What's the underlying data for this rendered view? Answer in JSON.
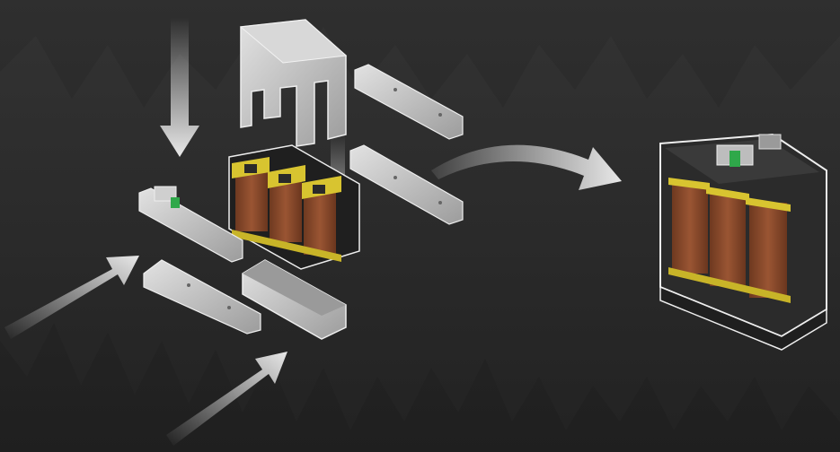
{
  "scene": {
    "kind": "exploded-view-assembly",
    "subject": "three-phase-transformer",
    "colors": {
      "background": "#2a2a2a",
      "core_steel": "#c9c9c9",
      "coil_copper": "#8a4a2c",
      "insulation_yellow": "#d8c430",
      "terminal_green": "#2fa84a",
      "frame_dark": "#3a3a3a",
      "arrow_white": "#f2f2f2"
    },
    "icons": [
      "arrow-down-icon",
      "arrow-up-right-icon",
      "curved-arrow-icon"
    ],
    "parts": [
      "e-core-lamination",
      "top-clamp-rail-upper",
      "top-clamp-rail-lower",
      "coil-assembly",
      "terminal-block-rail",
      "bottom-clamp-rail",
      "bottom-yoke-channel",
      "assembled-transformer"
    ]
  }
}
